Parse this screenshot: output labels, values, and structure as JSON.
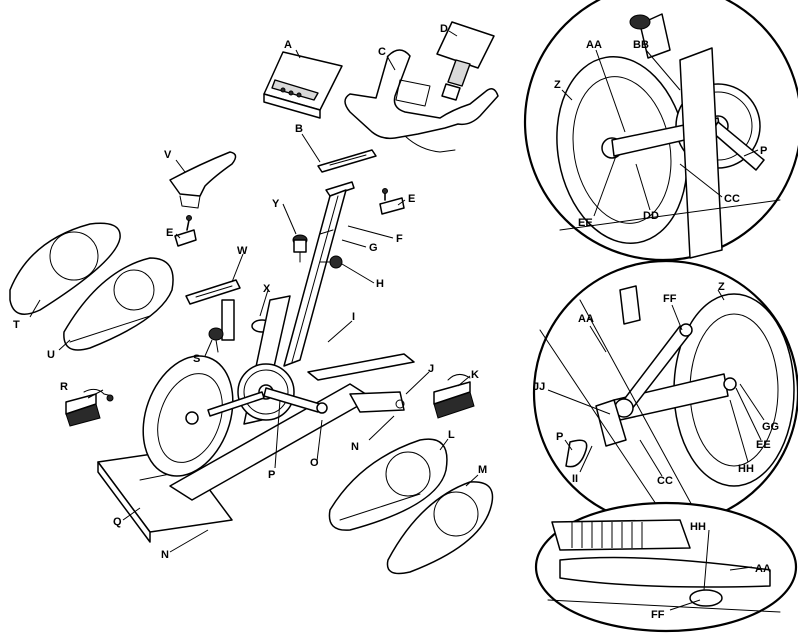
{
  "labels": {
    "main": [
      "A",
      "B",
      "C",
      "D",
      "E",
      "E",
      "F",
      "G",
      "H",
      "I",
      "J",
      "K",
      "L",
      "M",
      "N",
      "N",
      "O",
      "P",
      "Q",
      "R",
      "S",
      "T",
      "U",
      "V",
      "W",
      "X",
      "Y"
    ],
    "detail1": [
      "AA",
      "BB",
      "Z",
      "P",
      "CC",
      "DD",
      "EE"
    ],
    "detail2": [
      "FF",
      "Z",
      "AA",
      "JJ",
      "P",
      "II",
      "CC",
      "HH",
      "EE",
      "GG"
    ],
    "detail3": [
      "HH",
      "AA",
      "FF"
    ]
  }
}
